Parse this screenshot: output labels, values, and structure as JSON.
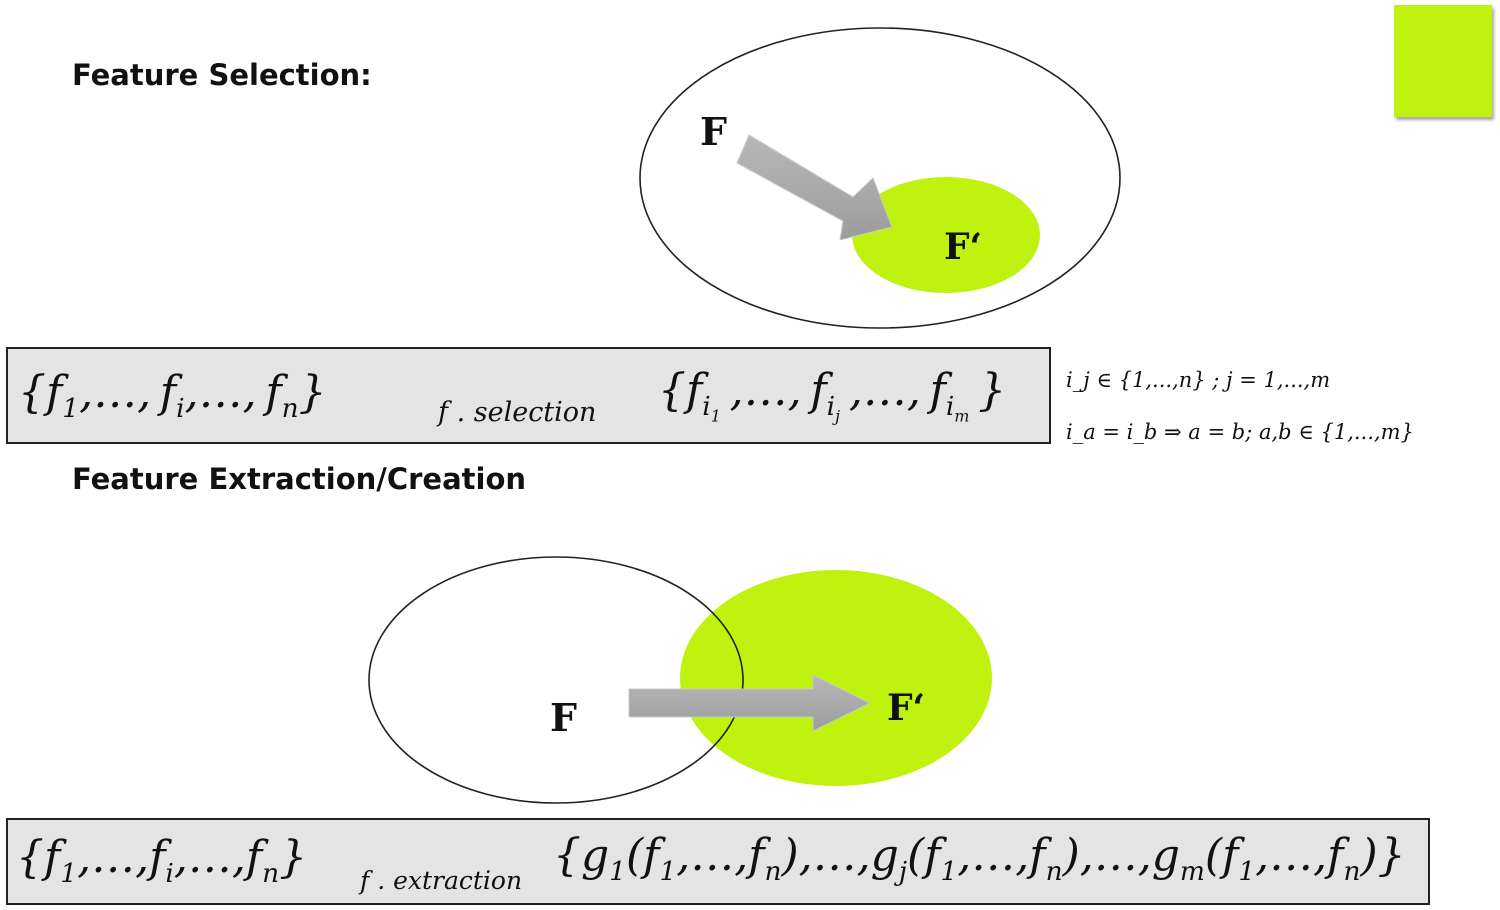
{
  "headings": {
    "selection": "Feature Selection:",
    "extraction": "Feature Extraction/Creation"
  },
  "colors": {
    "accent": "#bff30f",
    "arrow_fill": "#a9a9a9",
    "formula_bg": "#e4e4e4"
  },
  "selection_diagram": {
    "set_label": "F",
    "subset_label": "F‘"
  },
  "extraction_diagram": {
    "set_label": "F",
    "subset_label": "F‘"
  },
  "selection_formula": {
    "arrow_label": "f . selection",
    "condition_1": "i_j ∈ {1,...,n} ; j = 1,...,m",
    "condition_2": "i_a = i_b ⇒ a = b;  a,b ∈ {1,...,m}"
  },
  "extraction_formula": {
    "arrow_label": "f . extraction"
  }
}
